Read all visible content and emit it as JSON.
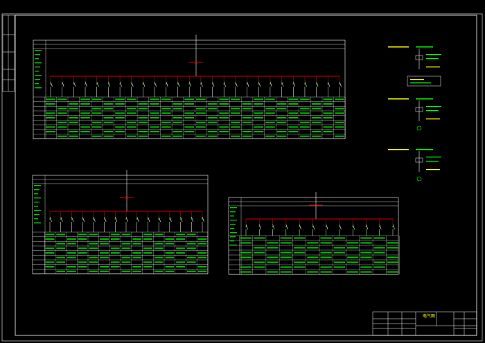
{
  "colors": {
    "background": "#000000",
    "frame": "#ffffff",
    "bus": "#cc0000",
    "text_green": "#00ff00",
    "text_yellow": "#ffff00",
    "breaker_white": "#ffffff",
    "table_lines": "#ffffff"
  },
  "panel1": {
    "title": "AL-1",
    "circuits": 26
  },
  "panel2": {
    "title": "AL-2",
    "circuits": 15
  },
  "panel3": {
    "title": "AL-3",
    "circuits": 12
  },
  "side_blocks": [
    {
      "name": "block-1",
      "box_label": ""
    },
    {
      "name": "block-2"
    },
    {
      "name": "block-3"
    }
  ],
  "title_block": {
    "title_char": "电气图",
    "drawing_name": "",
    "sheet": ""
  }
}
